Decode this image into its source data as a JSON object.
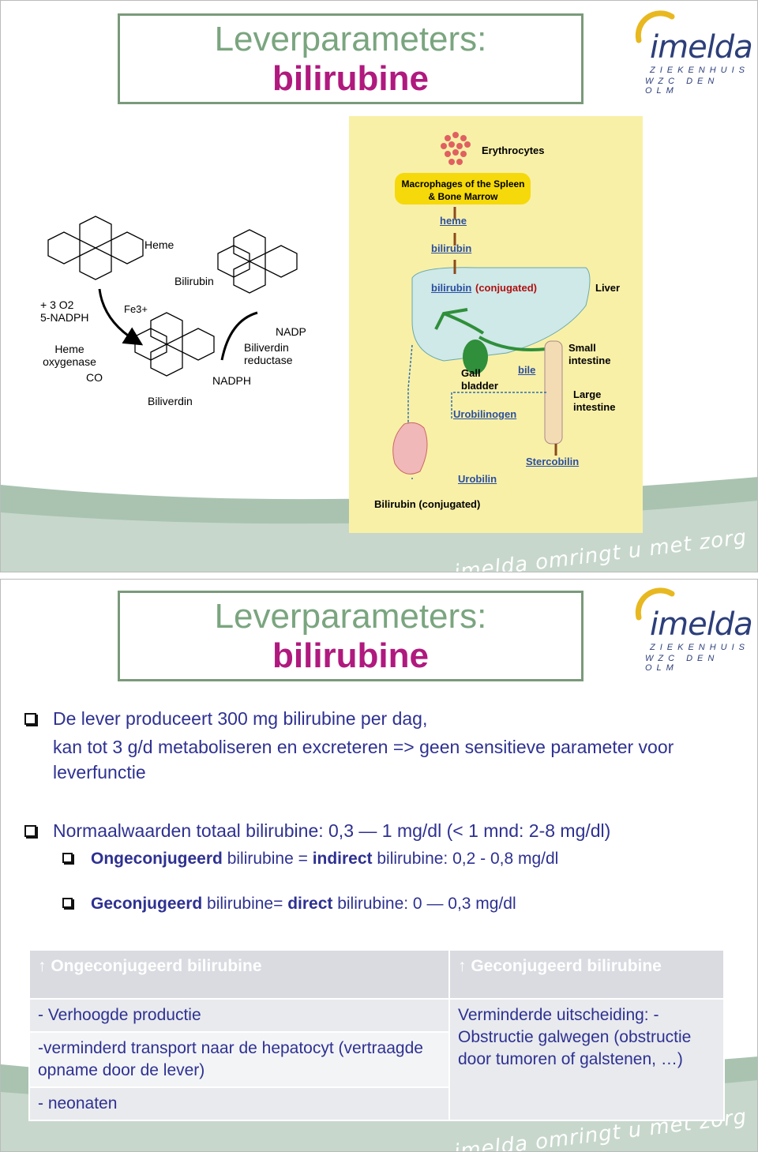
{
  "slide1": {
    "title_line1": "Leverparameters:",
    "title_line2": "bilirubine",
    "logo": {
      "name": "imelda",
      "sub1": "ZIEKENHUIS",
      "sub2": "WZC DEN OLM"
    },
    "slogan": "imelda omringt u met zorg",
    "heme_labels": {
      "heme": "Heme",
      "bilirubin": "Bilirubin",
      "o2": "+ 3 O2",
      "nadph1": "5-NADPH",
      "heme_oxygenase": "Heme oxygenase",
      "co": "CO",
      "fe": "Fe3+",
      "biliverdin": "Biliverdin",
      "nadp": "NADP",
      "bili_reductase": "Biliverdin reductase",
      "nadph2": "NADPH"
    },
    "liver_labels": {
      "erythrocytes": "Erythrocytes",
      "macrophages": "Macrophages of the Spleen & Bone Marrow",
      "heme": "heme",
      "bilirubin": "bilirubin",
      "bilirubin_conj_a": "bilirubin",
      "conjugated": "(conjugated)",
      "liver": "Liver",
      "small_intestine": "Small intestine",
      "gall_bladder": "Gall bladder",
      "bile": "bile",
      "large_intestine": "Large intestine",
      "urobilinogen": "Urobilinogen",
      "stercobilin": "Stercobilin",
      "urobilin": "Urobilin",
      "bilirubin_conjugated": "Bilirubin (conjugated)"
    }
  },
  "slide2": {
    "title_line1": "Leverparameters:",
    "title_line2": "bilirubine",
    "bullet1_line1": "De lever produceert 300 mg bilirubine per dag,",
    "bullet1_line2": "kan tot 3 g/d metaboliseren en excreteren => geen sensitieve parameter voor leverfunctie",
    "bullet2": "Normaalwaarden totaal bilirubine: 0,3 — 1 mg/dl (< 1 mnd: 2-8 mg/dl)",
    "sub1_a": "Ongeconjugeerd",
    "sub1_b": " bilirubine = ",
    "sub1_c": "indirect",
    "sub1_d": " bilirubine: 0,2 - 0,8 mg/dl",
    "sub2_a": "Geconjugeerd",
    "sub2_b": " bilirubine= ",
    "sub2_c": "direct",
    "sub2_d": " bilirubine: 0 — 0,3 mg/dl",
    "table": {
      "head_left": "↑ Ongeconjugeerd bilirubine",
      "head_right": "↑ Geconjugeerd bilirubine",
      "left_rows": [
        "- Verhoogde productie",
        "-verminderd transport naar de hepatocyt (vertraagde opname door de lever)",
        "- neonaten"
      ],
      "right_cell": "Verminderde uitscheiding:     - Obstructie galwegen (obstructie door tumoren of galstenen, …)"
    },
    "slogan": "imelda omringt u met zorg"
  }
}
